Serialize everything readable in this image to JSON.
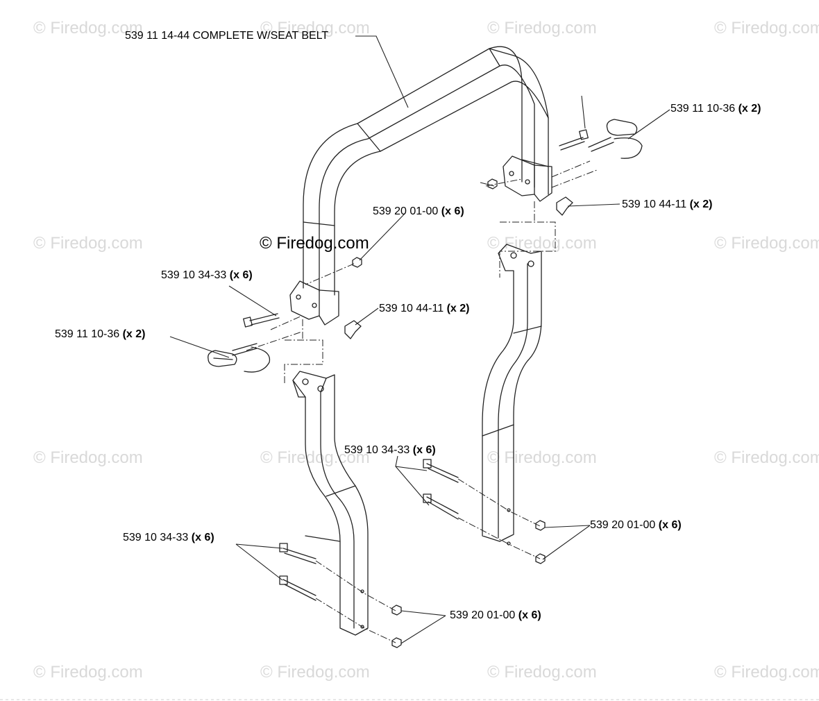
{
  "watermarks": {
    "text": "© Firedog.com",
    "center_text": "© Firedog.com"
  },
  "callouts": {
    "complete_assembly": "539 11 14-44 COMPLETE W/SEAT BELT",
    "pin_right": {
      "part": "539 11 10-36",
      "qty": "(x 2)"
    },
    "knob_right": {
      "part": "539 10 44-11",
      "qty": "(x 2)"
    },
    "nut_upper": {
      "part": "539 20 01-00",
      "qty": "(x 6)"
    },
    "bolt_left": {
      "part": "539 10 34-33",
      "qty": "(x 6)"
    },
    "knob_left": {
      "part": "539 10 44-11",
      "qty": "(x 2)"
    },
    "pin_left": {
      "part": "539 11 10-36",
      "qty": "(x 2)"
    },
    "bolt_mid_right": {
      "part": "539 10 34-33",
      "qty": "(x 6)"
    },
    "nut_mid_right": {
      "part": "539 20 01-00",
      "qty": "(x 6)"
    },
    "bolt_lower_left": {
      "part": "539 10 34-33",
      "qty": "(x 6)"
    },
    "nut_lower": {
      "part": "539 20 01-00",
      "qty": "(x 6)"
    }
  }
}
